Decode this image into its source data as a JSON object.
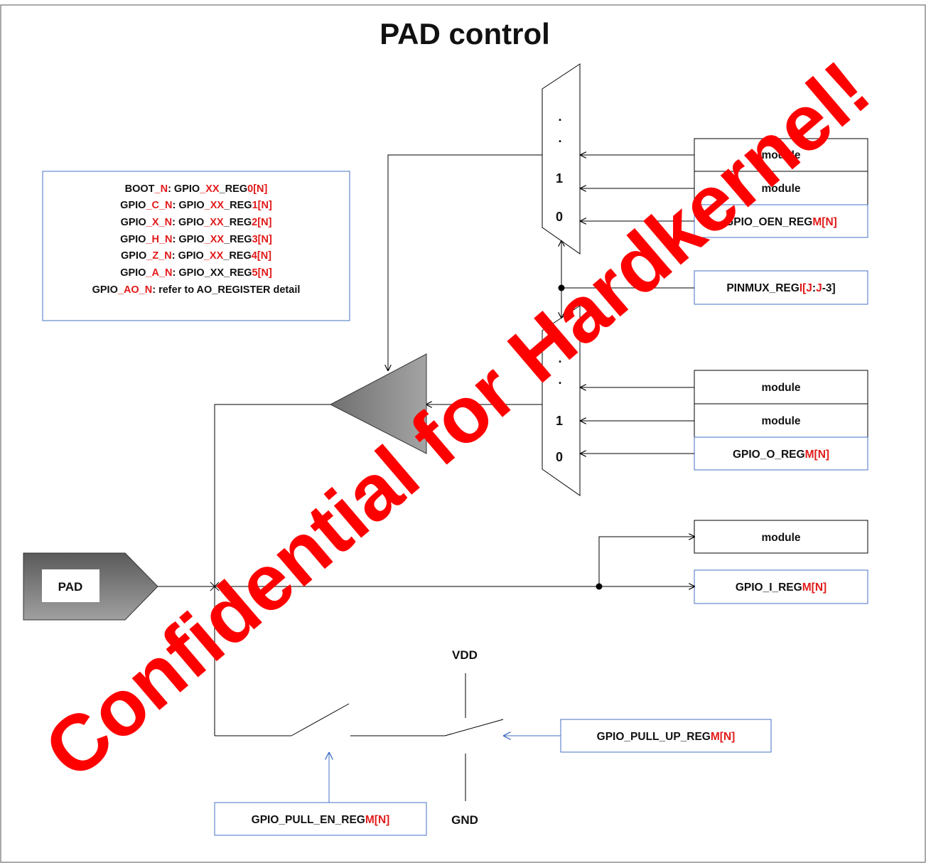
{
  "title": "PAD   control",
  "legend": [
    [
      {
        "t": "BOOT"
      },
      {
        "t": "_N",
        "r": true
      },
      {
        "t": ": GPIO"
      },
      {
        "t": "_XX",
        "r": true
      },
      {
        "t": "_REG"
      },
      {
        "t": "0",
        "r": true
      },
      {
        "t": "[",
        "r": true
      },
      {
        "t": "N",
        "r": true
      },
      {
        "t": "]",
        "r": true
      }
    ],
    [
      {
        "t": "GPIO"
      },
      {
        "t": "_C_N",
        "r": true
      },
      {
        "t": ": GPIO"
      },
      {
        "t": "_XX",
        "r": true
      },
      {
        "t": "_REG"
      },
      {
        "t": "1",
        "r": true
      },
      {
        "t": "[",
        "r": true
      },
      {
        "t": "N",
        "r": true
      },
      {
        "t": "]",
        "r": true
      }
    ],
    [
      {
        "t": "GPIO"
      },
      {
        "t": "_X_N",
        "r": true
      },
      {
        "t": ": GPIO"
      },
      {
        "t": "_XX",
        "r": true
      },
      {
        "t": "_REG"
      },
      {
        "t": "2",
        "r": true
      },
      {
        "t": "[",
        "r": true
      },
      {
        "t": "N",
        "r": true
      },
      {
        "t": "]",
        "r": true
      }
    ],
    [
      {
        "t": "GPIO"
      },
      {
        "t": "_H_N",
        "r": true
      },
      {
        "t": ": GPIO"
      },
      {
        "t": "_XX",
        "r": true
      },
      {
        "t": "_REG"
      },
      {
        "t": "3",
        "r": true
      },
      {
        "t": "[",
        "r": true
      },
      {
        "t": "N",
        "r": true
      },
      {
        "t": "]",
        "r": true
      }
    ],
    [
      {
        "t": "GPIO"
      },
      {
        "t": "_Z_N",
        "r": true
      },
      {
        "t": ": GPIO"
      },
      {
        "t": "_XX",
        "r": true
      },
      {
        "t": "_REG"
      },
      {
        "t": "4",
        "r": true
      },
      {
        "t": "[",
        "r": true
      },
      {
        "t": "N",
        "r": true
      },
      {
        "t": "]",
        "r": true
      }
    ],
    [
      {
        "t": "GPIO"
      },
      {
        "t": "_A_N",
        "r": true
      },
      {
        "t": ": GPIO_XX_REG"
      },
      {
        "t": "5",
        "r": true
      },
      {
        "t": "[",
        "r": true
      },
      {
        "t": "N",
        "r": true
      },
      {
        "t": "]",
        "r": true
      }
    ],
    [
      {
        "t": "GPIO"
      },
      {
        "t": "_AO_N",
        "r": true
      },
      {
        "t": ": refer to AO_REGISTER detail"
      }
    ]
  ],
  "mux_top": {
    "labels": [
      ".",
      ".",
      "1",
      "0"
    ]
  },
  "mux_bottom": {
    "labels": [
      ".",
      ".",
      "1",
      "0"
    ]
  },
  "module_label": "module",
  "gpio_oen": [
    {
      "t": "GPIO_OEN_REG"
    },
    {
      "t": "M",
      "r": true
    },
    {
      "t": "[",
      "r": true
    },
    {
      "t": "N",
      "r": true
    },
    {
      "t": "]",
      "r": true
    }
  ],
  "pinmux": [
    {
      "t": "PINMUX_REG"
    },
    {
      "t": "I",
      "r": true
    },
    {
      "t": "[",
      "r": true
    },
    {
      "t": "J",
      "r": true
    },
    {
      "t": ":"
    },
    {
      "t": "J",
      "r": true
    },
    {
      "t": "-3]"
    }
  ],
  "gpio_o": [
    {
      "t": "GPIO_O_REG"
    },
    {
      "t": "M",
      "r": true
    },
    {
      "t": "[",
      "r": true
    },
    {
      "t": "N",
      "r": true
    },
    {
      "t": "]",
      "r": true
    }
  ],
  "gpio_i": [
    {
      "t": "GPIO_I_REG"
    },
    {
      "t": "M",
      "r": true
    },
    {
      "t": "[",
      "r": true
    },
    {
      "t": "N",
      "r": true
    },
    {
      "t": "]",
      "r": true
    }
  ],
  "pad_label": "PAD",
  "vdd": "VDD",
  "gnd": "GND",
  "pull_up": [
    {
      "t": "GPIO_PULL_UP_REG"
    },
    {
      "t": "M",
      "r": true
    },
    {
      "t": "[",
      "r": true
    },
    {
      "t": "N",
      "r": true
    },
    {
      "t": "]",
      "r": true
    }
  ],
  "pull_en": [
    {
      "t": "GPIO_PULL_EN_REG"
    },
    {
      "t": "M",
      "r": true
    },
    {
      "t": "[",
      "r": true
    },
    {
      "t": "N",
      "r": true
    },
    {
      "t": "]",
      "r": true
    }
  ],
  "watermark": "Confidential for Hardkernel!",
  "colors": {
    "accent_red": "#e21a1a",
    "watermark": "#ff0000",
    "box_blue": "#4472c4"
  }
}
